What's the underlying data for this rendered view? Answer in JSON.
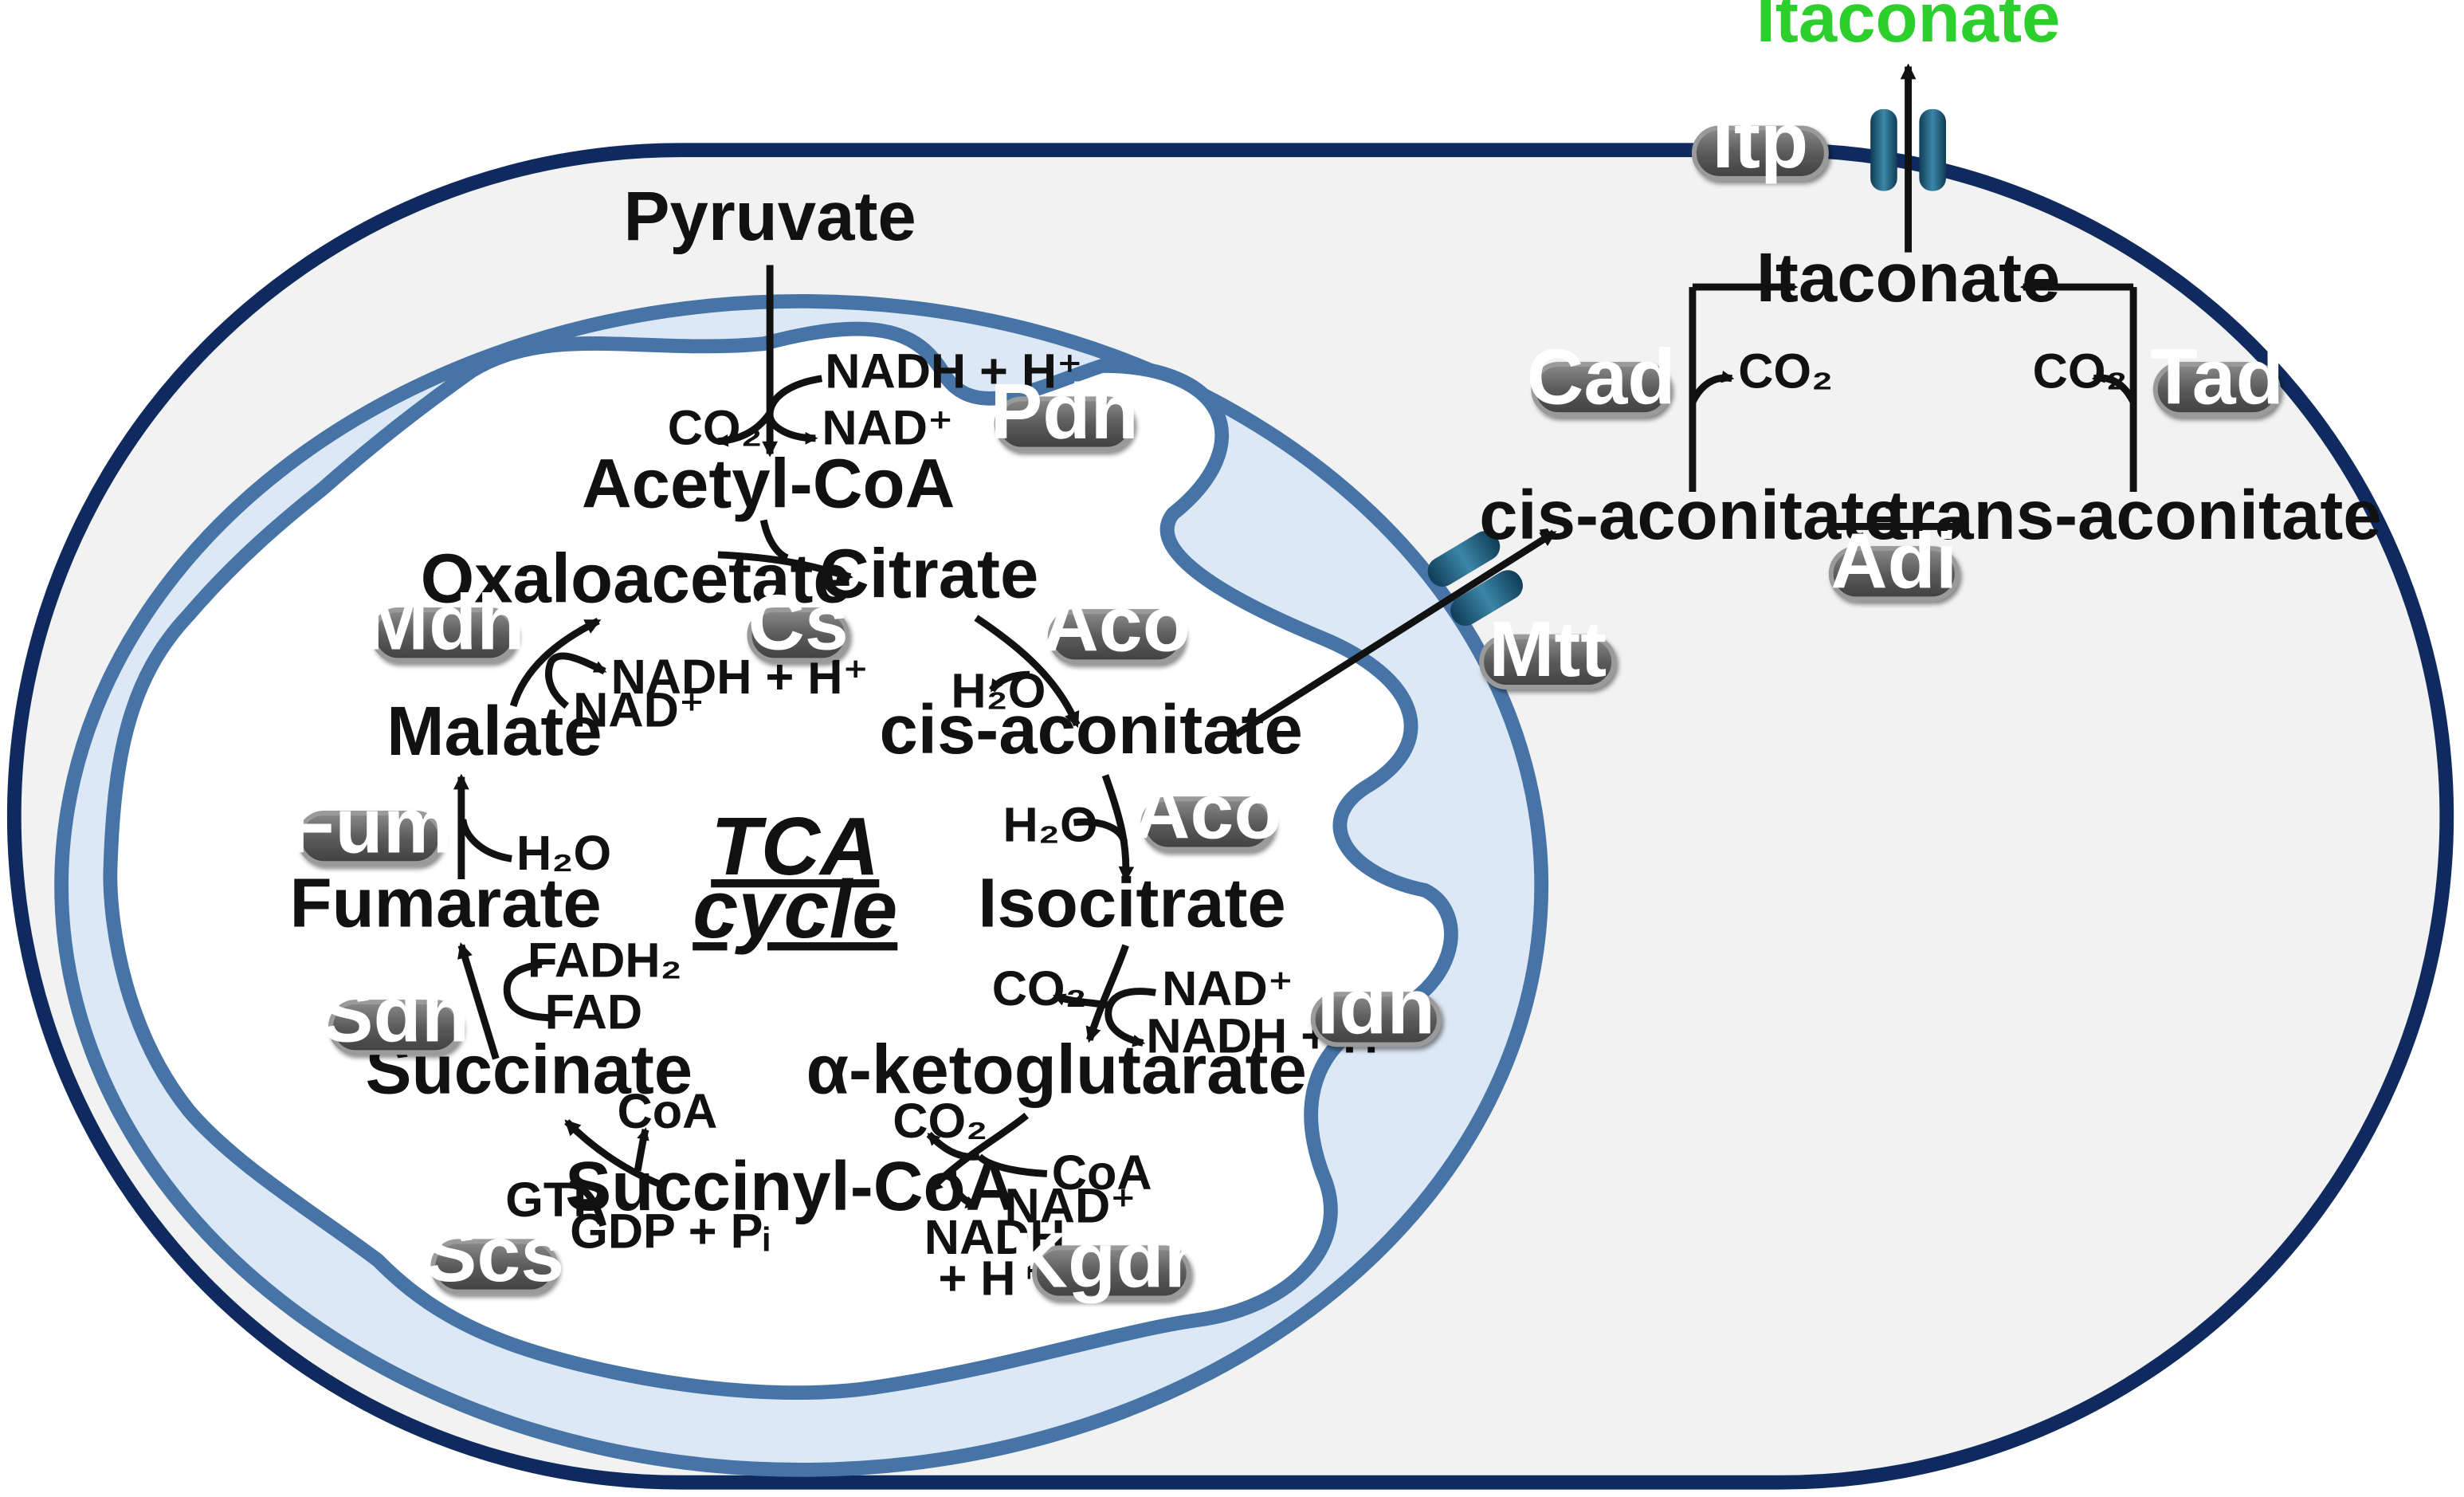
{
  "colors": {
    "cell_wall": "#0e2a5e",
    "cytosol": "#f2f2f2",
    "mito_membrane": "#4674a6",
    "intermembrane": "#dce8f5",
    "matrix": "#ffffff",
    "enzyme_pill": "#5b5b5b",
    "secreted_label": "#2ccf2c",
    "transporter": "#1e5f7e"
  },
  "labels": {
    "itaconate_out": "Itaconate",
    "pyruvate": "Pyruvate",
    "acetyl_coa": "Acetyl-CoA",
    "citrate": "Citrate",
    "oxaloacetate": "Oxaloacetate",
    "cis_aconitate_mito": "cis-aconitate",
    "isocitrate": "Isocitrate",
    "alpha_kg": "α-ketoglutarate",
    "succinyl_coa": "Succinyl-CoA",
    "succinate": "Succinate",
    "fumarate": "Fumarate",
    "malate": "Malate",
    "tca_1": "TCA",
    "tca_2": "cycle",
    "cis_aconitate_cyto": "cis-aconitate",
    "trans_aconitate": "trans-aconitate",
    "itaconate_cyto": "Itaconate"
  },
  "cofactors": {
    "pdh_nadh": "NADH + H⁺",
    "pdh_co2": "CO₂",
    "pdh_nad": "NAD⁺",
    "aco1_h2o": "H₂O",
    "aco2_h2o": "H₂O",
    "idh_co2": "CO₂",
    "idh_nad": "NAD⁺",
    "idh_nadh": "NADH + H⁺",
    "kgdh_co2": "CO₂",
    "kgdh_coa": "CoA",
    "kgdh_nad": "NAD⁺",
    "kgdh_nadh_1": "NADH",
    "kgdh_nadh_2": "+ H⁺",
    "scs_coa": "CoA",
    "scs_gtp": "GTP",
    "scs_gdp": "GDP + Pᵢ",
    "sdh_fadh2": "FADH₂",
    "sdh_fad": "FAD",
    "fum_h2o": "H₂O",
    "mdh_nadh": "NADH + H⁺",
    "mdh_nad": "NAD⁺",
    "cad_co2": "CO₂",
    "tad_co2": "CO₂"
  },
  "enzymes": {
    "pdh": "Pdh",
    "mdh": "Mdh",
    "cs": "Cs",
    "aco1": "Aco",
    "aco2": "Aco",
    "fum": "Fum",
    "idh": "Idh",
    "sdh": "Sdh",
    "scs": "Scs",
    "kgdh": "Kgdh",
    "mtt": "Mtt",
    "itp": "Itp",
    "cad": "Cad",
    "tad": "Tad",
    "adi": "Adi"
  }
}
